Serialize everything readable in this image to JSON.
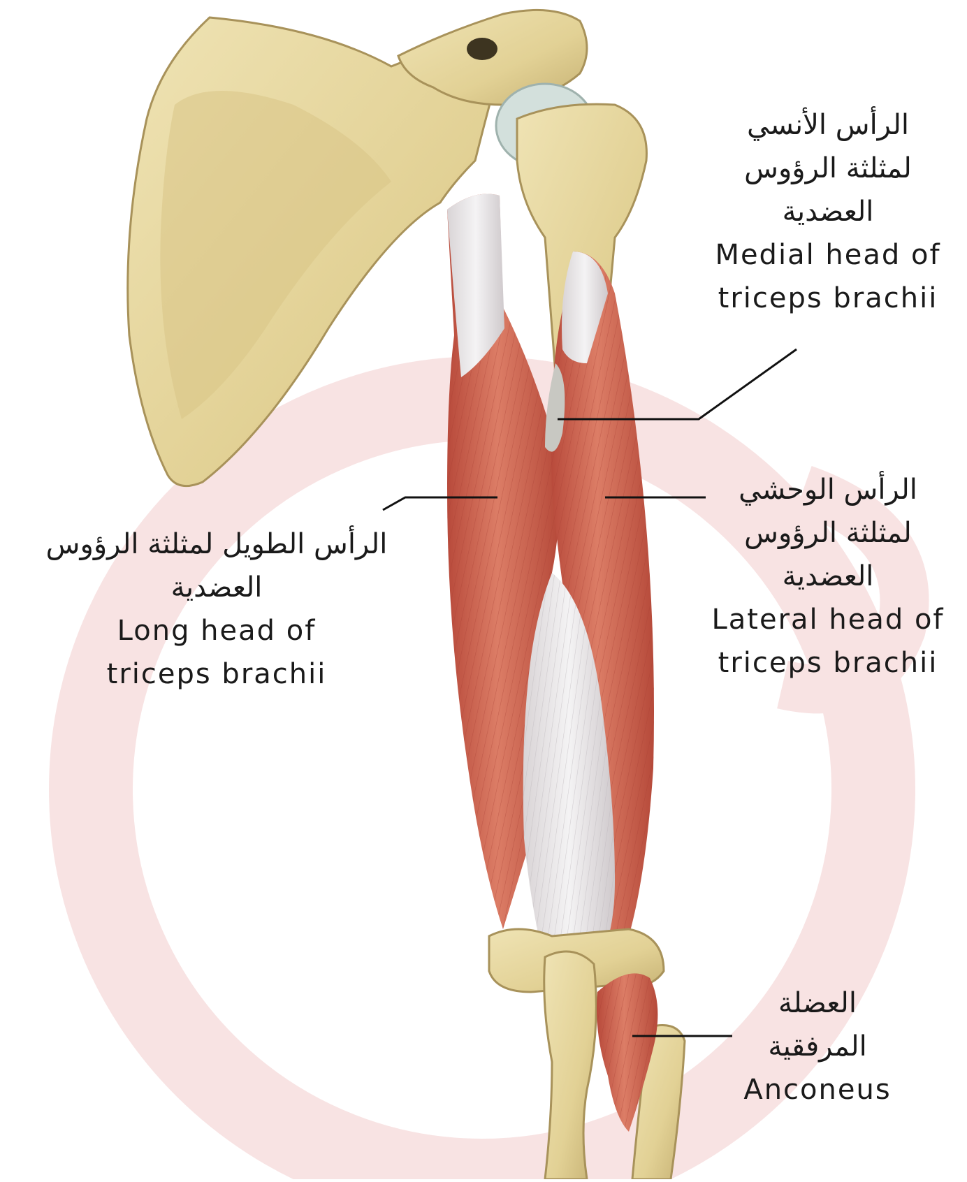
{
  "colors": {
    "bone": "#e6d7a3",
    "bone_shadow": "#b9a56b",
    "muscle": "#d6705c",
    "muscle_dark": "#b3473a",
    "tendon": "#e8e6e8",
    "cartilage": "#cfdcd8",
    "watermark": "#f7e1e1",
    "leader_line": "#111111"
  },
  "labels": {
    "medial": {
      "ar": [
        "الرأس الأنسي",
        "لمثلثة الرؤوس",
        "العضدية"
      ],
      "en": [
        "Medial head of",
        "triceps brachii"
      ]
    },
    "long": {
      "ar": [
        "الرأس الطويل لمثلثة الرؤوس",
        "العضدية"
      ],
      "en": [
        "Long head of",
        "triceps brachii"
      ]
    },
    "lateral": {
      "ar": [
        "الرأس الوحشي",
        "لمثلثة الرؤوس",
        "العضدية"
      ],
      "en": [
        "Lateral head of",
        "triceps brachii"
      ]
    },
    "anconeus": {
      "ar": [
        "العضلة",
        "المرفقية"
      ],
      "en": [
        "Anconeus"
      ]
    }
  }
}
